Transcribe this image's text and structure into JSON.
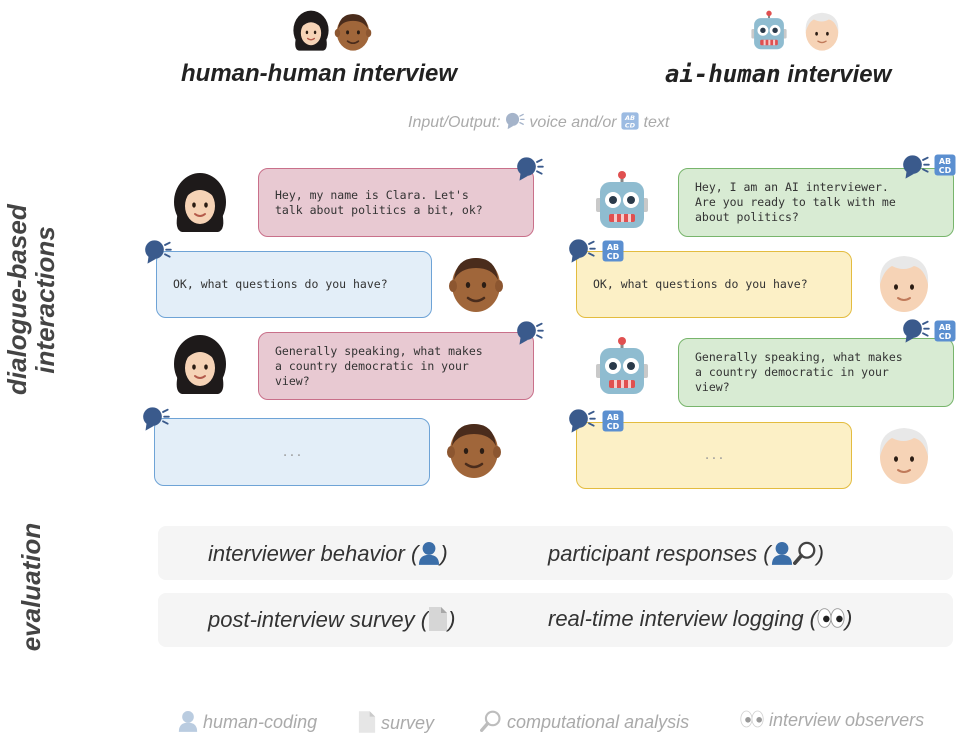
{
  "headers": {
    "left_title": "human-human interview",
    "right_title_mono": "ai-human",
    "right_title_rest": " interview",
    "io_prefix": "Input/Output:",
    "io_voice": "voice and/or",
    "io_text": "text"
  },
  "side_labels": {
    "dialogue_line1": "dialogue-based",
    "dialogue_line2": "interactions",
    "evaluation": "evaluation"
  },
  "human_human": {
    "messages": [
      {
        "speaker": "interviewer",
        "text": "Hey, my name is Clara. Let's\ntalk about politics a bit, ok?"
      },
      {
        "speaker": "participant",
        "text": "OK, what questions do you have?"
      },
      {
        "speaker": "interviewer",
        "text": "Generally speaking, what makes\na country democratic in your\nview?"
      },
      {
        "speaker": "participant",
        "text": "..."
      }
    ]
  },
  "ai_human": {
    "messages": [
      {
        "speaker": "ai",
        "text": "Hey, I am an AI interviewer.\nAre you ready to talk with me\nabout politics?"
      },
      {
        "speaker": "participant",
        "text": "OK, what questions do you have?"
      },
      {
        "speaker": "ai",
        "text": "Generally speaking, what makes\na country democratic in your\nview?"
      },
      {
        "speaker": "participant",
        "text": "..."
      }
    ]
  },
  "evaluation": {
    "interviewer_behavior": "interviewer behavior (",
    "participant_responses": "participant responses  (",
    "post_interview_survey": "post-interview survey (",
    "realtime_logging": "real-time interview logging (",
    "close_paren": ")"
  },
  "legend": {
    "human_coding": "human-coding",
    "survey": "survey",
    "computational_analysis": "computational analysis",
    "interview_observers": "interview observers"
  },
  "colors": {
    "pink_bg": "#e8c9d2",
    "pink_border": "#c9708a",
    "blue_bg": "#e3eef8",
    "blue_border": "#6ea3d6",
    "green_bg": "#d8ebd3",
    "green_border": "#78b56c",
    "yellow_bg": "#fcf0c6",
    "yellow_border": "#e3bc3f"
  },
  "icons": [
    "woman-avatar-icon",
    "man-avatar-icon",
    "robot-icon",
    "elder-avatar-icon",
    "speaking-head-icon",
    "abcd-text-icon",
    "bust-silhouette-icon",
    "page-icon",
    "magnifier-icon",
    "eyes-icon"
  ]
}
